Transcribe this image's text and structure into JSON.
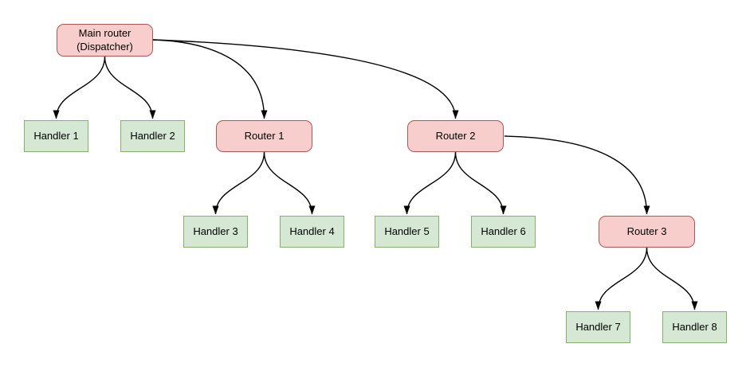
{
  "diagram": {
    "colors": {
      "router-fill": "#f8cecc",
      "router-border": "#b85450",
      "handler-fill": "#d5e8d4",
      "handler-border": "#82b366",
      "edge": "#000000",
      "text": "#000000",
      "background": "#ffffff"
    },
    "nodes": {
      "main": {
        "type": "router",
        "line1": "Main router",
        "line2": "(Dispatcher)"
      },
      "router1": {
        "type": "router",
        "label": "Router 1"
      },
      "router2": {
        "type": "router",
        "label": "Router 2"
      },
      "router3": {
        "type": "router",
        "label": "Router 3"
      },
      "handler1": {
        "type": "handler",
        "label": "Handler 1"
      },
      "handler2": {
        "type": "handler",
        "label": "Handler 2"
      },
      "handler3": {
        "type": "handler",
        "label": "Handler 3"
      },
      "handler4": {
        "type": "handler",
        "label": "Handler 4"
      },
      "handler5": {
        "type": "handler",
        "label": "Handler 5"
      },
      "handler6": {
        "type": "handler",
        "label": "Handler 6"
      },
      "handler7": {
        "type": "handler",
        "label": "Handler 7"
      },
      "handler8": {
        "type": "handler",
        "label": "Handler 8"
      }
    },
    "edges": [
      {
        "from": "Main router (Dispatcher)",
        "to": "Handler 1"
      },
      {
        "from": "Main router (Dispatcher)",
        "to": "Handler 2"
      },
      {
        "from": "Main router (Dispatcher)",
        "to": "Router 1"
      },
      {
        "from": "Main router (Dispatcher)",
        "to": "Router 2"
      },
      {
        "from": "Router 1",
        "to": "Handler 3"
      },
      {
        "from": "Router 1",
        "to": "Handler 4"
      },
      {
        "from": "Router 2",
        "to": "Handler 5"
      },
      {
        "from": "Router 2",
        "to": "Handler 6"
      },
      {
        "from": "Router 2",
        "to": "Router 3"
      },
      {
        "from": "Router 3",
        "to": "Handler 7"
      },
      {
        "from": "Router 3",
        "to": "Handler 8"
      }
    ]
  }
}
